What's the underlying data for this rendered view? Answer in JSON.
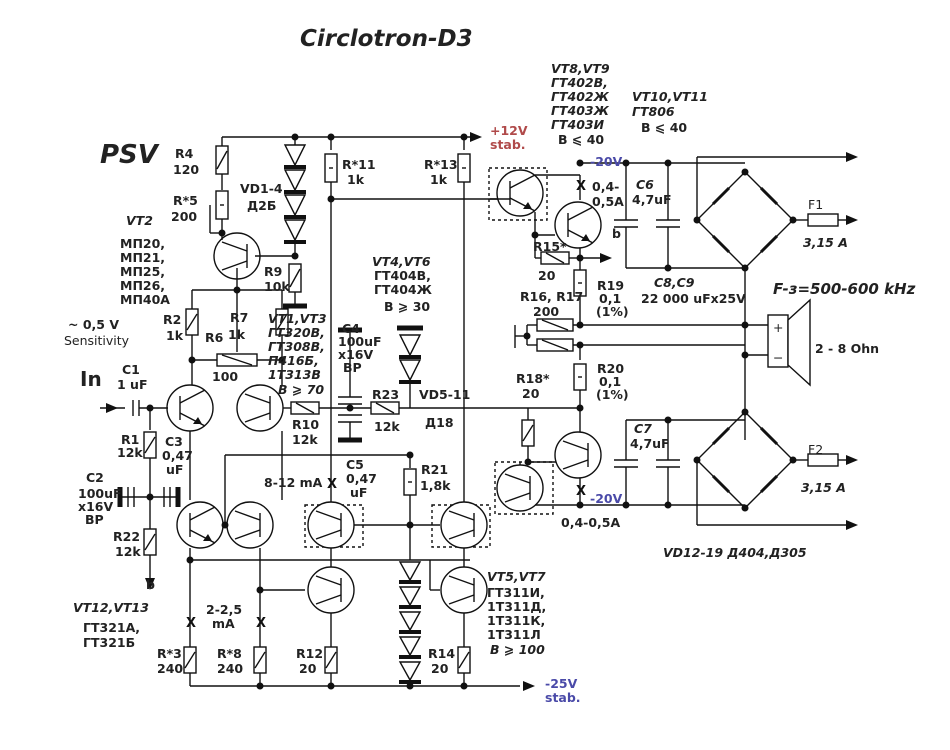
{
  "title": "Circlotron-D3",
  "psv": "PSV",
  "input": {
    "label": "In",
    "sensitivity_value": "~ 0,5 V",
    "sensitivity_label": "Sensitivity",
    "node_b": "b"
  },
  "rails": {
    "plus12": "+12V",
    "plus12_sub": "stab.",
    "minus25": "-25V",
    "minus25_sub": "stab.",
    "minus20_top": "-20V",
    "minus20_bot": "-20V"
  },
  "components": {
    "R4": {
      "name": "R4",
      "value": "120"
    },
    "R5": {
      "name": "R*5",
      "value": "200"
    },
    "VD1_4": {
      "name": "VD1-4",
      "value": "Д2Б"
    },
    "R11": {
      "name": "R*11",
      "value": "1k"
    },
    "R13": {
      "name": "R*13",
      "value": "1k"
    },
    "R9": {
      "name": "R9",
      "value": "10k"
    },
    "R2": {
      "name": "R2",
      "value": "1k"
    },
    "R7": {
      "name": "R7",
      "value": "1k"
    },
    "R6": {
      "name": "R6",
      "value": "100"
    },
    "C1": {
      "name": "C1",
      "value": "1 uF"
    },
    "R1": {
      "name": "R1",
      "value": "12k"
    },
    "C3": {
      "name": "C3",
      "value": "0,47",
      "unit": "uF"
    },
    "C2": {
      "name": "C2",
      "value": "100uF",
      "rating": "x16V",
      "type": "BP"
    },
    "R22": {
      "name": "R22",
      "value": "12k"
    },
    "R10": {
      "name": "R10",
      "value": "12k"
    },
    "C4": {
      "name": "C4",
      "value": "100uF",
      "rating": "x16V",
      "type": "BP"
    },
    "R23": {
      "name": "R23",
      "value": "12k"
    },
    "VD5_11": {
      "name": "VD5-11",
      "value": "Д18"
    },
    "C5": {
      "name": "C5",
      "value": "0,47",
      "unit": "uF"
    },
    "R21": {
      "name": "R21",
      "value": "1,8k"
    },
    "R3": {
      "name": "R*3",
      "value": "240"
    },
    "R8": {
      "name": "R*8",
      "value": "240"
    },
    "R12": {
      "name": "R12",
      "value": "20"
    },
    "R14": {
      "name": "R14",
      "value": "20"
    },
    "R15": {
      "name": "R15*",
      "value": "20"
    },
    "R16_17": {
      "name": "R16, R17",
      "value": "200"
    },
    "R19": {
      "name": "R19",
      "value": "0,1",
      "tol": "(1%)"
    },
    "R20": {
      "name": "R20",
      "value": "0,1",
      "tol": "(1%)"
    },
    "R18": {
      "name": "R18*",
      "value": "20"
    },
    "C6": {
      "name": "C6",
      "value": "4,7uF"
    },
    "C7": {
      "name": "C7",
      "value": "4,7uF"
    },
    "C8_C9": {
      "name": "C8,C9",
      "value": "22 000 uFx25V"
    },
    "F1": {
      "name": "F1",
      "value": "3,15 A"
    },
    "F2": {
      "name": "F2",
      "value": "3,15 A"
    },
    "VD12_19": "VD12-19 Д404,Д305",
    "speaker": {
      "impedance": "2 - 8 Ohn",
      "plus": "+",
      "minus": "−"
    }
  },
  "transistors": {
    "VT2": {
      "name": "VT2",
      "types": [
        "МП20,",
        "МП21,",
        "МП25,",
        "МП26,",
        "МП40А"
      ]
    },
    "VT1_VT3": {
      "name": "VT1,VT3",
      "types": [
        "ГТ320В,",
        "ГТ308В,",
        "П416Б,",
        "1Т313В"
      ],
      "beta": "B ⩾ 70"
    },
    "VT4_VT6": {
      "name": "VT4,VT6",
      "types": [
        "ГТ404В,",
        "ГТ404Ж"
      ],
      "beta": "B ⩾ 30"
    },
    "VT5_VT7": {
      "name": "VT5,VT7",
      "types": [
        "ГТ311И,",
        "1Т311Д,",
        "1Т311К,",
        "1Т311Л"
      ],
      "beta": "B ⩾ 100"
    },
    "VT8_VT9": {
      "name": "VT8,VT9",
      "types": [
        "ГТ402В,",
        "ГТ402Ж",
        "ГТ403Ж",
        "ГТ403И"
      ],
      "beta": "B ⩽ 40"
    },
    "VT10_VT11": {
      "name": "VT10,VT11",
      "types": [
        "ГТ806"
      ],
      "beta": "B ⩽ 40"
    },
    "VT12_VT13": {
      "name": "VT12,VT13",
      "types": [
        "ГТ321А,",
        "ГТ321Б"
      ]
    }
  },
  "currents": {
    "stage2": "8-12 mA",
    "stage1_a": "2-2,5",
    "stage1_b": "mA",
    "out_top_a": "0,4-",
    "out_top_b": "0,5A",
    "out_bot": "0,4-0,5A"
  },
  "frequency": "F-з=500-600 kHz"
}
